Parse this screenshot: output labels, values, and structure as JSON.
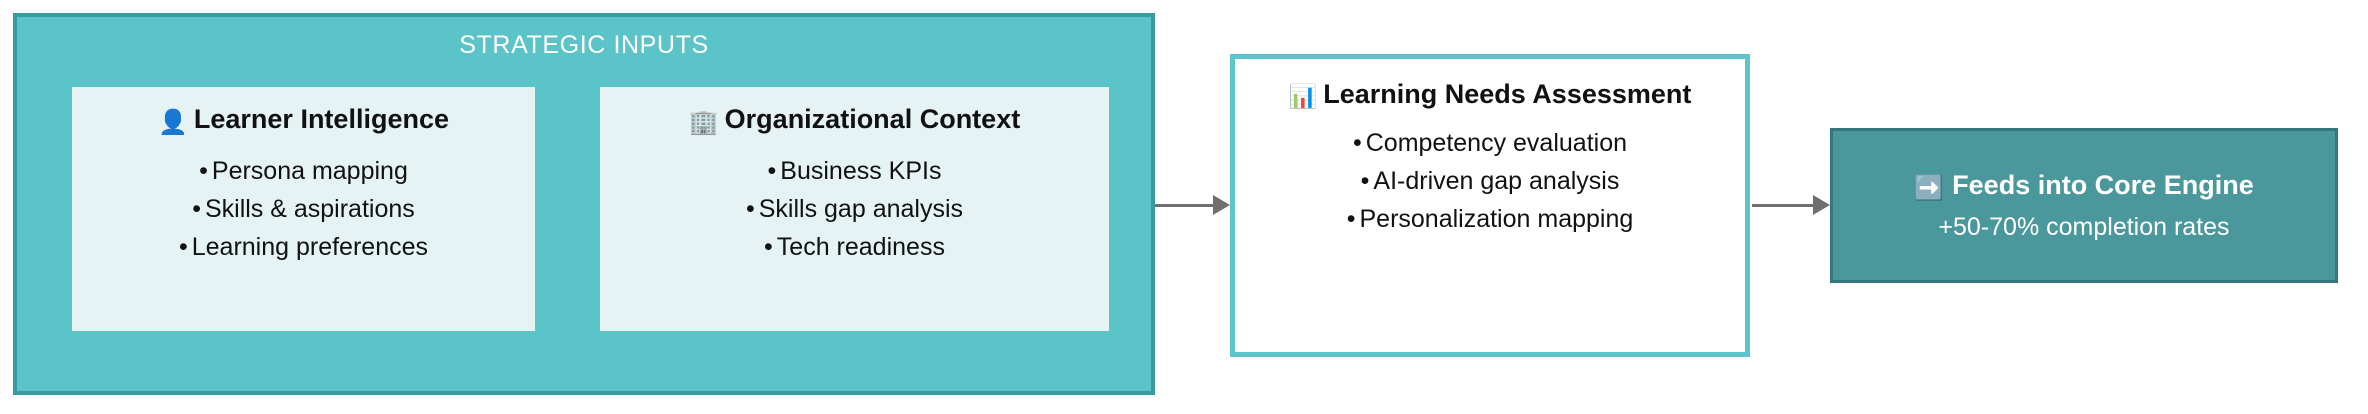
{
  "diagram": {
    "title": "Strategic Inputs to Learning Needs Assessment flow",
    "colors": {
      "panel_fill": "#5bc4c9",
      "panel_border": "#3a9ca3",
      "card_fill": "#e6f3f4",
      "assessment_border": "#5ec5cd",
      "feeds_fill": "#4a989b",
      "feeds_border": "#36777c",
      "arrow": "#6f6f6f",
      "title_text": "#ffffff",
      "body_text": "#111111"
    }
  },
  "strategic_inputs": {
    "title": "STRATEGIC INPUTS",
    "cards": [
      {
        "icon": "person-icon",
        "icon_glyph": "👤",
        "heading": "Learner Intelligence",
        "bullets": [
          "Persona mapping",
          "Skills & aspirations",
          "Learning preferences"
        ]
      },
      {
        "icon": "office-building-icon",
        "icon_glyph": "🏢",
        "heading": "Organizational Context",
        "bullets": [
          "Business KPIs",
          "Skills gap analysis",
          "Tech readiness"
        ]
      }
    ]
  },
  "assessment": {
    "icon": "bar-chart-icon",
    "icon_glyph": "📊",
    "heading": "Learning Needs Assessment",
    "bullets": [
      "Competency evaluation",
      "AI-driven gap analysis",
      "Personalization mapping"
    ]
  },
  "feeds": {
    "icon": "right-arrow-icon",
    "icon_glyph": "➡️",
    "title": "Feeds into Core Engine",
    "subtitle": "+50-70% completion rates"
  },
  "arrows": [
    {
      "name": "arrow-inputs-to-assessment",
      "from": "strategic-inputs",
      "to": "assessment"
    },
    {
      "name": "arrow-assessment-to-feeds",
      "from": "assessment",
      "to": "feeds"
    }
  ],
  "bullet_char": "•"
}
